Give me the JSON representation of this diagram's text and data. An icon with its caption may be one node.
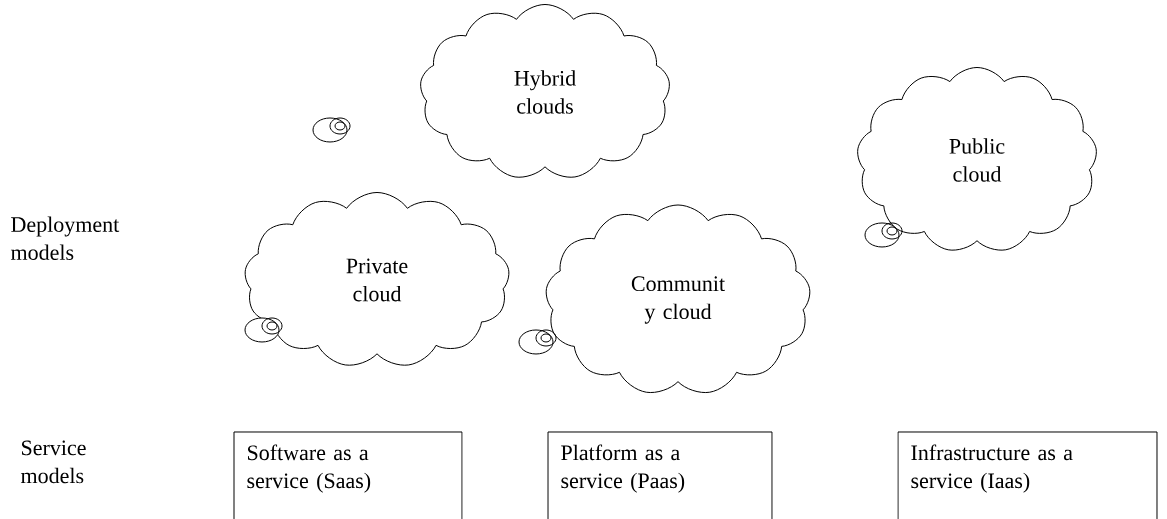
{
  "diagram": {
    "nodes": [
      {
        "text": [
          "Hybrid clouds"
        ]
      },
      {
        "text": [
          "Private cloud"
        ]
      },
      {
        "text": [
          "Communit y cloud"
        ]
      },
      {
        "text": [
          "Public cloud"
        ]
      },
      {
        "text": [
          "Software as a service (Saas)"
        ]
      },
      {
        "text": [
          "Platform as a service (Paas)"
        ]
      },
      {
        "text": [
          "Infrastructure as a service (Iaas)"
        ]
      }
    ],
    "labels": [
      "Deployment models",
      "Service models"
    ]
  }
}
